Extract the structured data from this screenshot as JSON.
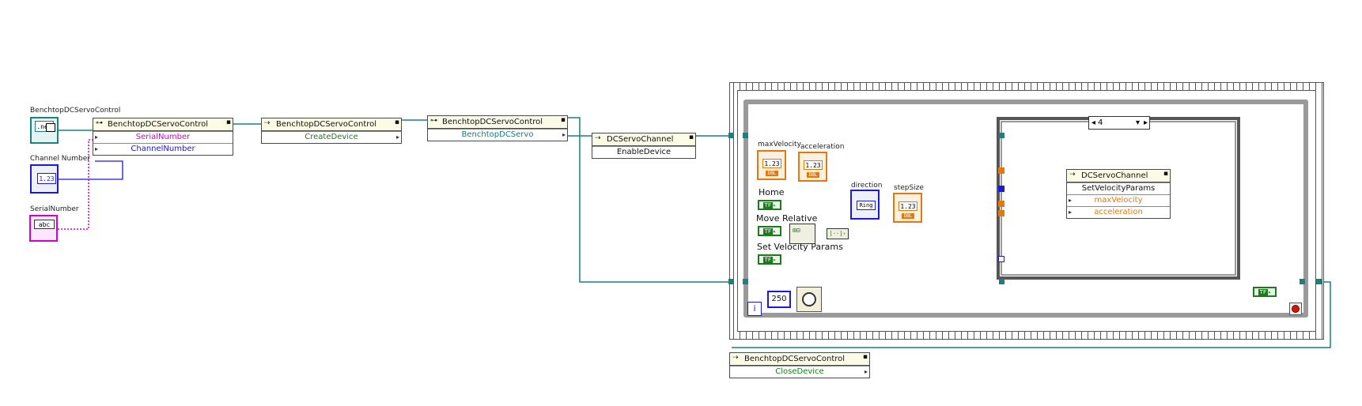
{
  "controls": {
    "benchtop_label": "BenchtopDCServoControl",
    "benchtop_icon": ".net",
    "channel_label": "Channel Number",
    "channel_icon": "1.23",
    "serial_label": "SerialNumber",
    "serial_icon": "abc"
  },
  "nodes": {
    "prop1": {
      "title": "BenchtopDCServoControl",
      "rows": [
        "SerialNumber",
        "ChannelNumber"
      ]
    },
    "invoke_create": {
      "title": "BenchtopDCServoControl",
      "method": "CreateDevice"
    },
    "prop2": {
      "title": "BenchtopDCServoControl",
      "rows": [
        "BenchtopDCServo"
      ]
    },
    "invoke_enable": {
      "title": "DCServoChannel",
      "method": "EnableDevice"
    },
    "invoke_setvel": {
      "title": "DCServoChannel",
      "method": "SetVelocityParams",
      "params": [
        "maxVelocity",
        "acceleration"
      ]
    },
    "invoke_close": {
      "title": "BenchtopDCServoControl",
      "method": "CloseDevice"
    }
  },
  "loop": {
    "controls": {
      "maxVelocity": "maxVelocity",
      "acceleration": "acceleration",
      "direction": "direction",
      "stepSize": "stepSize",
      "home": "Home",
      "move_relative": "Move Relative",
      "set_velocity": "Set Velocity Params"
    },
    "case_selector": "4",
    "wait_ms": "250",
    "iteration": "i",
    "dbl_tag": "DBL",
    "num_tag": "1.23",
    "ring_tag": "Ring",
    "tf_tag": "TF"
  },
  "colors": {
    "refnum": "#1a8080",
    "numeric_int": "#1a1ad0",
    "numeric_dbl": "#e07a10",
    "string": "#d000d0",
    "boolean": "#1c7a1c"
  }
}
